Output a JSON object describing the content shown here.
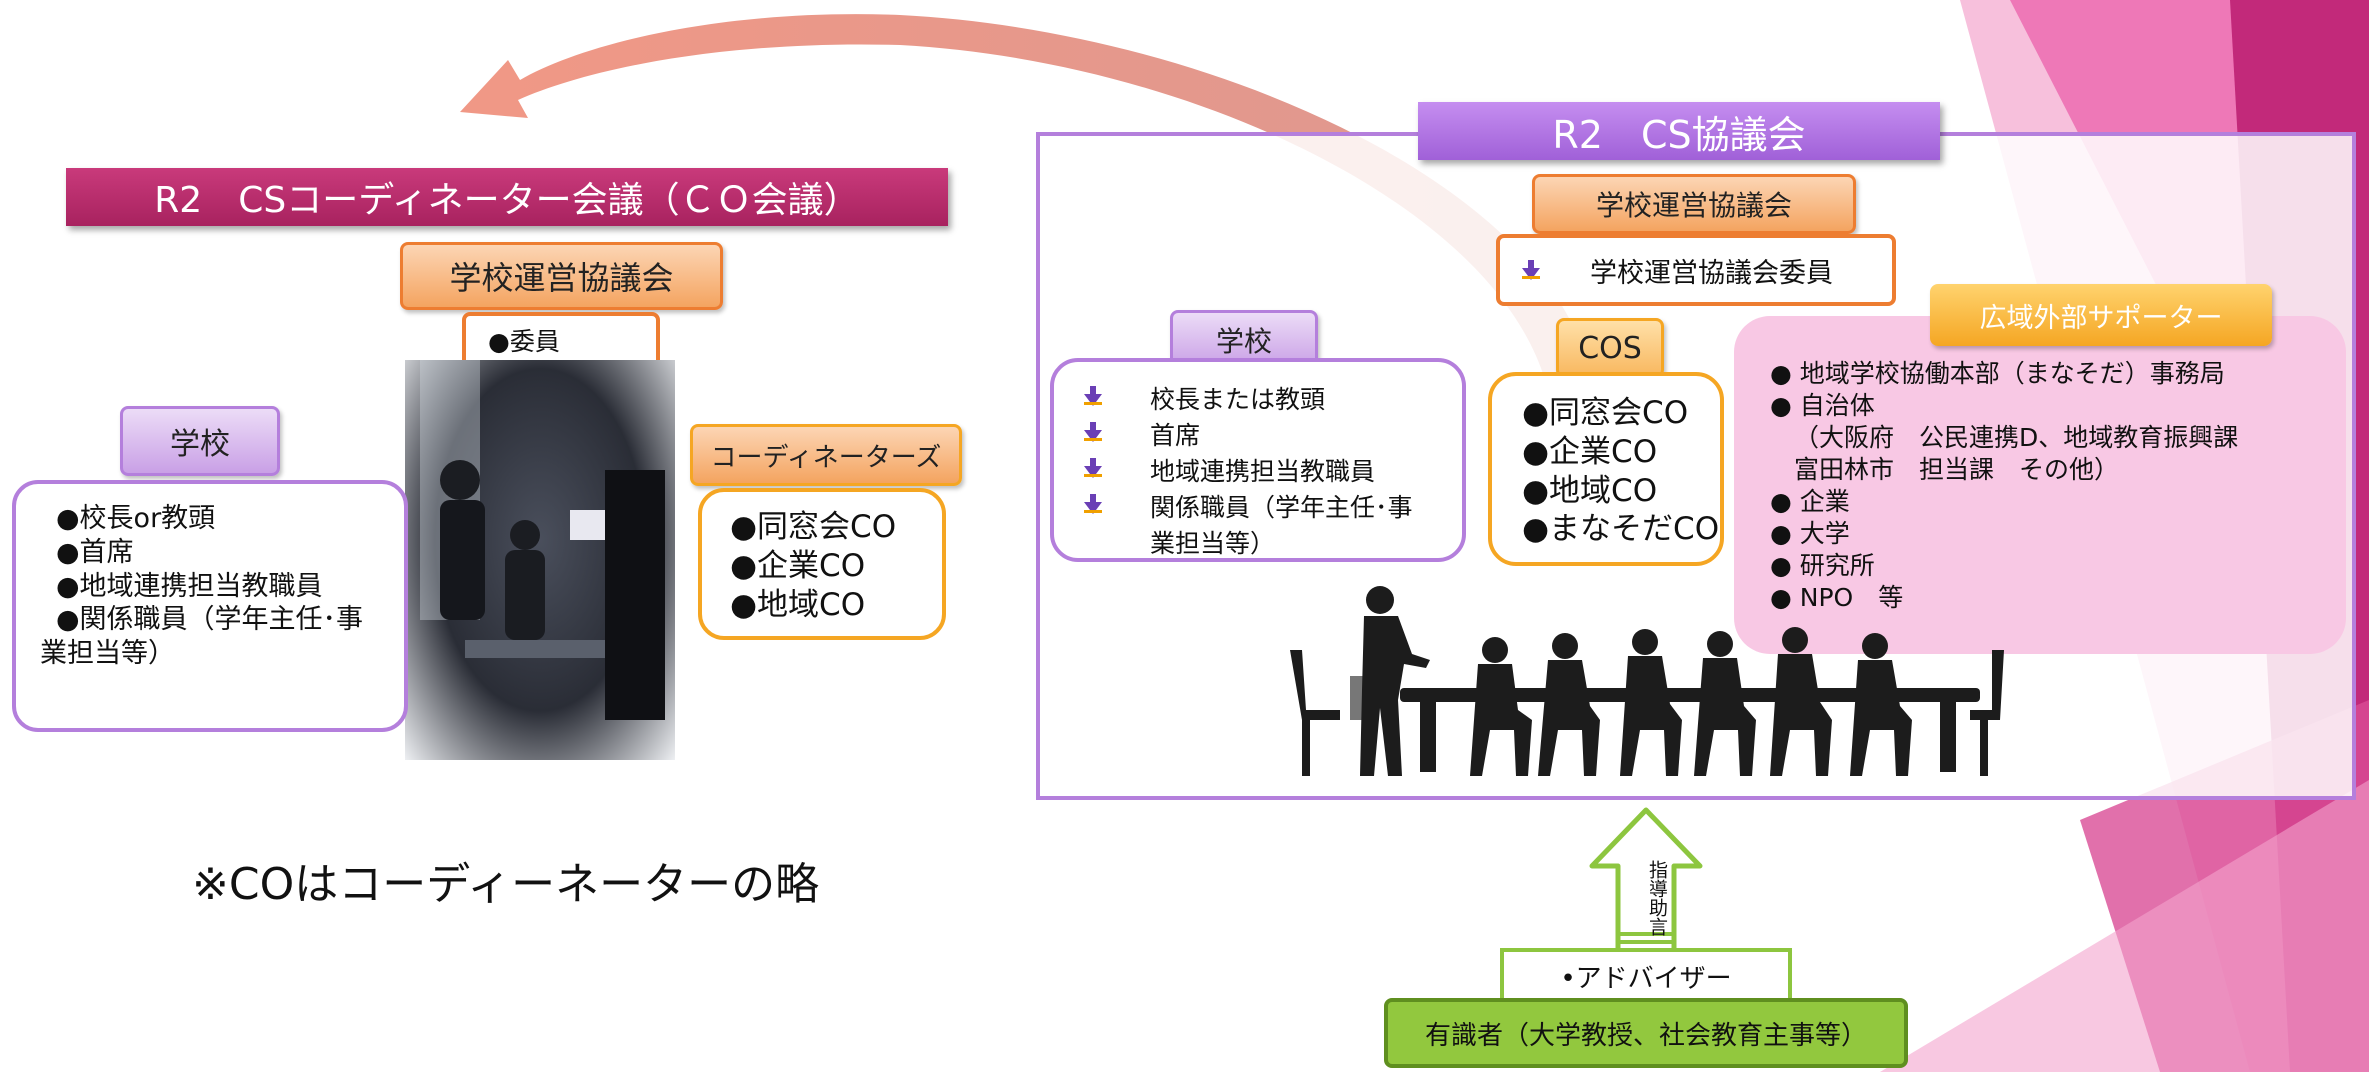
{
  "left": {
    "title": "R2　CSコーディネーター会議（ＣＯ会議）",
    "council_label": "学校運営協議会",
    "member_label": "●委員",
    "school_label": "学校",
    "school_items": [
      "●校長or教頭",
      "●首席",
      "●地域連携担当教職員",
      "●関係職員（学年主任･事",
      "業担当等）"
    ],
    "coordinators_label": "コーディネーターズ",
    "coordinator_items": [
      "●同窓会CO",
      "●企業CO",
      "●地域CO"
    ],
    "note": "※COはコーディーネーターの略"
  },
  "right": {
    "title": "R2　CS協議会",
    "council_label": "学校運営協議会",
    "council_member": "学校運営協議会委員",
    "school_label": "学校",
    "school_items": [
      "校長または教頭",
      "首席",
      "地域連携担当教職員",
      "関係職員（学年主任･事",
      "業担当等）"
    ],
    "cos_label": "COS",
    "cos_items": [
      "●同窓会CO",
      "●企業CO",
      "●地域CO",
      "●まなそだCO"
    ],
    "supporter_label": "広域外部サポーター",
    "supporter_items": [
      "●  地域学校協働本部（まなそだ）事務局",
      "●  自治体",
      "（大阪府　公民連携D、地域教育振興課",
      "富田林市　担当課　その他）",
      "●  企業",
      "●  大学",
      "●  研究所",
      "●  NPO　等"
    ],
    "guidance_label": "指導助言",
    "advisor_label": "•アドバイザー",
    "expert_label": "有識者（大学教授、社会教育主事等）"
  },
  "colors": {
    "left_title_bg": "#c0326e",
    "right_title_bg": "#b070e0",
    "frame": "#b47fdc",
    "orange": "#ed7d31",
    "gold": "#f5a623",
    "pink_panel": "#f8c8e4",
    "green": "#92c83e",
    "arrow": "#e8826c"
  }
}
